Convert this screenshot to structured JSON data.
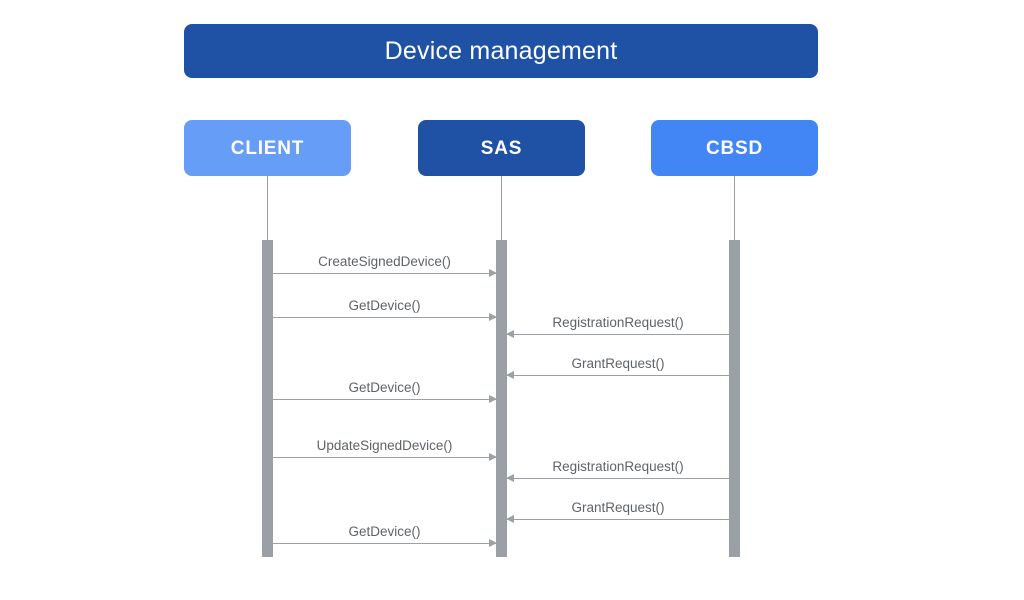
{
  "diagram": {
    "type": "sequence-diagram",
    "title": "Device management",
    "colors": {
      "title_bar": "#1f52a4",
      "client": "#669df6",
      "sas": "#1f52a4",
      "cbsd": "#4285f4",
      "activation_bar": "#9aa0a6",
      "message_line": "#9aa0a6",
      "message_label": "#5f6368",
      "background": "#ffffff"
    }
  },
  "actors": [
    {
      "id": "client",
      "label": "CLIENT",
      "color": "#669df6"
    },
    {
      "id": "sas",
      "label": "SAS",
      "color": "#1f52a4"
    },
    {
      "id": "cbsd",
      "label": "CBSD",
      "color": "#4285f4"
    }
  ],
  "messages": [
    {
      "index": 1,
      "label": "CreateSignedDevice()",
      "from": "client",
      "to": "sas",
      "direction": "right"
    },
    {
      "index": 2,
      "label": "GetDevice()",
      "from": "client",
      "to": "sas",
      "direction": "right"
    },
    {
      "index": 3,
      "label": "RegistrationRequest()",
      "from": "cbsd",
      "to": "sas",
      "direction": "left"
    },
    {
      "index": 4,
      "label": "GrantRequest()",
      "from": "cbsd",
      "to": "sas",
      "direction": "left"
    },
    {
      "index": 5,
      "label": "GetDevice()",
      "from": "client",
      "to": "sas",
      "direction": "right"
    },
    {
      "index": 6,
      "label": "UpdateSignedDevice()",
      "from": "client",
      "to": "sas",
      "direction": "right"
    },
    {
      "index": 7,
      "label": "RegistrationRequest()",
      "from": "cbsd",
      "to": "sas",
      "direction": "left"
    },
    {
      "index": 8,
      "label": "GrantRequest()",
      "from": "cbsd",
      "to": "sas",
      "direction": "left"
    },
    {
      "index": 9,
      "label": "GetDevice()",
      "from": "client",
      "to": "sas",
      "direction": "right"
    }
  ]
}
